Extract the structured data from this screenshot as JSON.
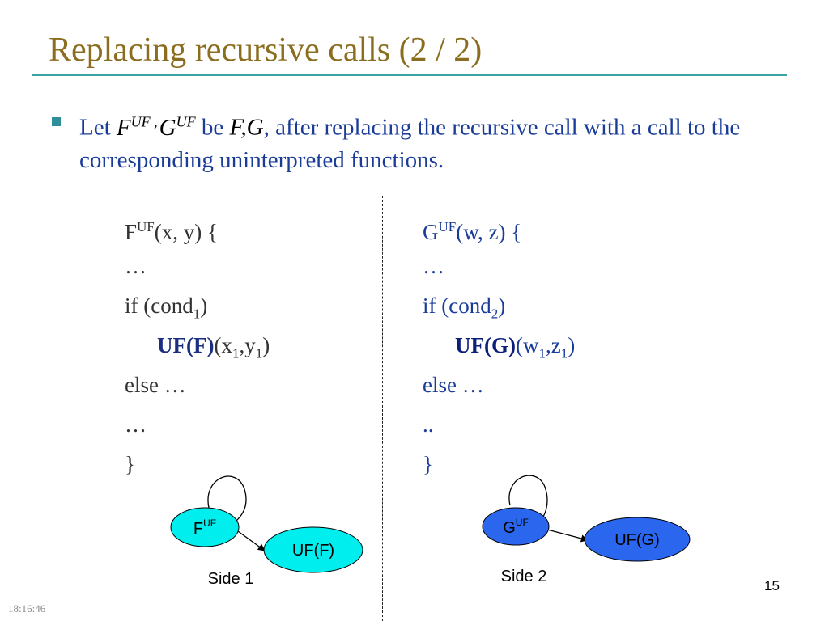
{
  "slide": {
    "title": "Replacing recursive calls (2 / 2)",
    "bullet": {
      "prefix": "Let",
      "f": "F",
      "f_sup": "UF ,",
      "g": "G",
      "g_sup": "UF",
      "be": "be",
      "fg": "F,G",
      "rest": ", after replacing the recursive call with a call to the corresponding uninterpreted functions."
    },
    "side1": {
      "head_name": "F",
      "head_sup": "UF",
      "head_args": "(x, y) {",
      "line1": "…",
      "if_prefix": "if (cond",
      "if_sub": "1",
      "if_suffix": ")",
      "call_name": "UF(F)",
      "call_a": "(x",
      "call_a_sub": "1",
      "call_b": ",y",
      "call_b_sub": "1",
      "call_end": ")",
      "else": "else …",
      "line6": "…",
      "close": "}"
    },
    "side2": {
      "head_name": "G",
      "head_sup": "UF",
      "head_args": "(w, z) {",
      "line1": "…",
      "if_prefix": "if (cond",
      "if_sub": "2",
      "if_suffix": ")",
      "call_name": "UF(G)",
      "call_a": "(w",
      "call_a_sub": "1",
      "call_b": ",z",
      "call_b_sub": "1",
      "call_end": ")",
      "else": "else …",
      "line6": "..",
      "close": "}"
    },
    "diagram1": {
      "node_main": "F",
      "node_main_sup": "UF",
      "node_uf": "UF(F)",
      "side_label": "Side 1"
    },
    "diagram2": {
      "node_main": "G",
      "node_main_sup": "UF",
      "node_uf": "UF(G)",
      "side_label": "Side 2"
    },
    "page_number": "15",
    "time": "18:16:46"
  },
  "colors": {
    "title": "#8a6d1e",
    "rule": "#3aa3a0",
    "blue_text": "#1a3c99",
    "cyan_node": "#00eeee",
    "blue_node": "#2a66ee"
  }
}
